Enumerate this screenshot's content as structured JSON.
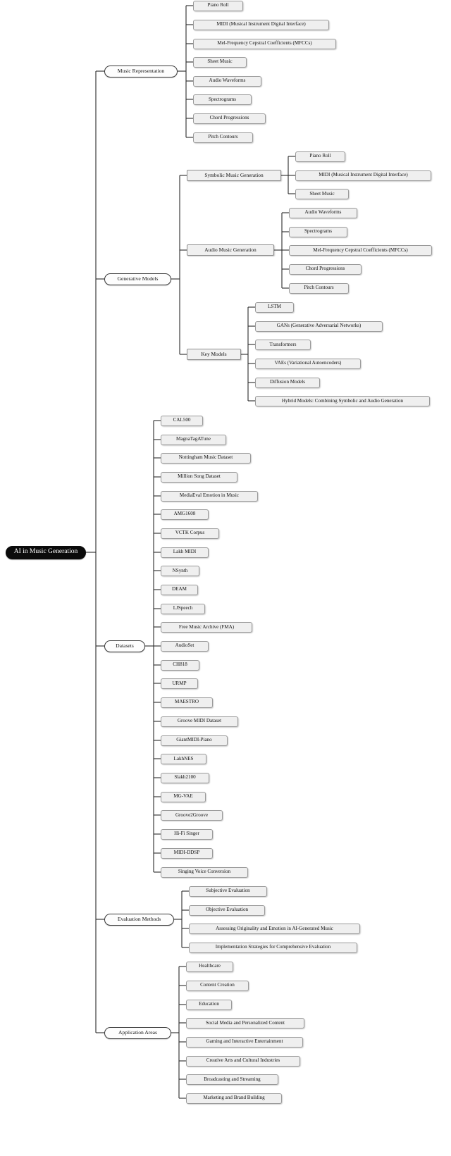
{
  "diagram": {
    "type": "mind-map",
    "title": "AI in Music Generation",
    "orientation": "left-to-right",
    "colors": {
      "root_fill": "#0b0b0b",
      "root_text": "#ffffff",
      "branch_fill": "#fdfdfd",
      "leaf_fill": "#efefef",
      "leaf_border": "#9a9a9a",
      "group_fill": "#f0f0f0",
      "edge": "#2b2b2b",
      "background": "#ffffff"
    }
  },
  "root": {
    "label": "AI in Music Generation"
  },
  "branches": [
    {
      "id": "music-representation",
      "label": "Music Representation",
      "children": [
        {
          "label": "Piano Roll"
        },
        {
          "label": "MIDI (Musical Instrument Digital Interface)"
        },
        {
          "label": "Mel-Frequency Cepstral Coefficients (MFCCs)"
        },
        {
          "label": "Sheet Music"
        },
        {
          "label": "Audio Waveforms"
        },
        {
          "label": "Spectrograms"
        },
        {
          "label": "Chord Progressions"
        },
        {
          "label": "Pitch Contours"
        }
      ]
    },
    {
      "id": "generative-models",
      "label": "Generative Models",
      "groups": [
        {
          "label": "Symbolic Music Generation",
          "children": [
            {
              "label": "Piano Roll"
            },
            {
              "label": "MIDI (Musical Instrument Digital Interface)"
            },
            {
              "label": "Sheet Music"
            }
          ]
        },
        {
          "label": "Audio Music Generation",
          "children": [
            {
              "label": "Audio Waveforms"
            },
            {
              "label": "Spectrograms"
            },
            {
              "label": "Mel-Frequency Cepstral Coefficients (MFCCs)"
            },
            {
              "label": "Chord Progressions"
            },
            {
              "label": "Pitch Contours"
            }
          ]
        },
        {
          "label": "Key Models",
          "children": [
            {
              "label": "LSTM"
            },
            {
              "label": "GANs (Generative Adversarial Networks)"
            },
            {
              "label": "Transformers"
            },
            {
              "label": "VAEs (Variational Autoencoders)"
            },
            {
              "label": "Diffusion Models"
            },
            {
              "label": "Hybrid Models: Combining Symbolic and Audio Generation"
            }
          ]
        }
      ]
    },
    {
      "id": "datasets",
      "label": "Datasets",
      "children": [
        {
          "label": "CAL500"
        },
        {
          "label": "MagnaTagATune"
        },
        {
          "label": "Nottingham Music Dataset"
        },
        {
          "label": "Million Song Dataset"
        },
        {
          "label": "MediaEval Emotion in Music"
        },
        {
          "label": "AMG1608"
        },
        {
          "label": "VCTK Corpus"
        },
        {
          "label": "Lakh MIDI"
        },
        {
          "label": "NSynth"
        },
        {
          "label": "DEAM"
        },
        {
          "label": "LJSpeech"
        },
        {
          "label": "Free Music Archive (FMA)"
        },
        {
          "label": "AudioSet"
        },
        {
          "label": "CH818"
        },
        {
          "label": "URMP"
        },
        {
          "label": "MAESTRO"
        },
        {
          "label": "Groove MIDI Dataset"
        },
        {
          "label": "GiantMIDI-Piano"
        },
        {
          "label": "LakhNES"
        },
        {
          "label": "Slakh2100"
        },
        {
          "label": "MG-VAE"
        },
        {
          "label": "Groove2Groove"
        },
        {
          "label": "Hi-Fi Singer"
        },
        {
          "label": "MIDI-DDSP"
        },
        {
          "label": "Singing Voice Conversion"
        }
      ]
    },
    {
      "id": "evaluation-methods",
      "label": "Evaluation Methods",
      "children": [
        {
          "label": "Subjective Evaluation"
        },
        {
          "label": "Objective Evaluation"
        },
        {
          "label": "Assessing Originality and Emotion in AI-Generated Music"
        },
        {
          "label": "Implementation Strategies for Comprehensive Evaluation"
        }
      ]
    },
    {
      "id": "application-areas",
      "label": "Application Areas",
      "children": [
        {
          "label": "Healthcare"
        },
        {
          "label": "Content Creation"
        },
        {
          "label": "Education"
        },
        {
          "label": "Social Media and Personalized Content"
        },
        {
          "label": "Gaming and Interactive Entertainment"
        },
        {
          "label": "Creative Arts and Cultural Industries"
        },
        {
          "label": "Broadcasting and Streaming"
        },
        {
          "label": "Marketing and Brand Building"
        }
      ]
    }
  ]
}
